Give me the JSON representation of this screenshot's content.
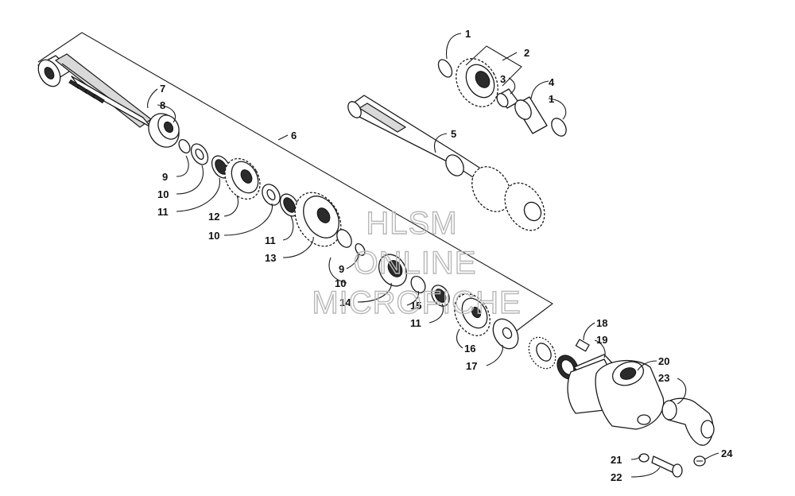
{
  "watermark": {
    "line1": "HLSM",
    "line2": "ONLINE",
    "line3": "MICROFICHE"
  },
  "callouts": {
    "c1a": "1",
    "c1b": "1",
    "c2": "2",
    "c3": "3",
    "c4": "4",
    "c5": "5",
    "c6": "6",
    "c7": "7",
    "c8": "8",
    "c9a": "9",
    "c9b": "9",
    "c10a": "10",
    "c10b": "10",
    "c10c": "10",
    "c11a": "11",
    "c11b": "11",
    "c11c": "11",
    "c12": "12",
    "c13": "13",
    "c14": "14",
    "c15": "15",
    "c16": "16",
    "c17": "17",
    "c18": "18",
    "c19": "19",
    "c20": "20",
    "c21": "21",
    "c22": "22",
    "c23": "23",
    "c24": "24"
  }
}
